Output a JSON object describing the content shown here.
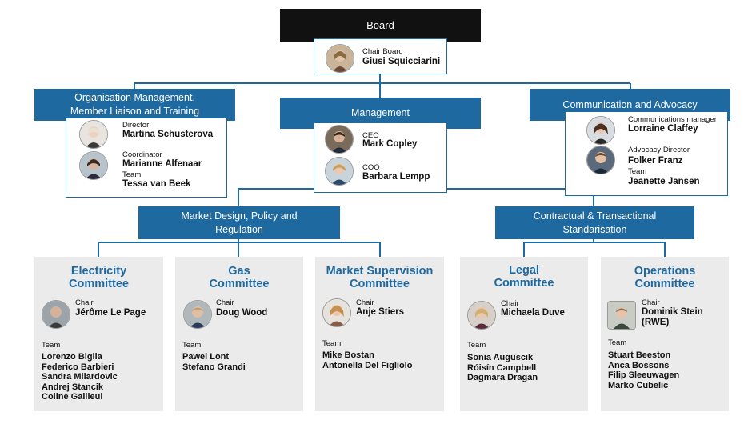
{
  "board": {
    "title": "Board",
    "chair_role": "Chair Board",
    "chair_name": "Giusi Squicciarini"
  },
  "org_mgmt": {
    "title_line1": "Organisation Management,",
    "title_line2": "Member Liaison and Training",
    "people": [
      {
        "role": "Director",
        "name": "Martina Schusterova"
      },
      {
        "role": "Coordinator",
        "name": "Marianne Alfenaar"
      }
    ],
    "team_label": "Team",
    "team": "Tessa van Beek"
  },
  "management": {
    "title": "Management",
    "people": [
      {
        "role": "CEO",
        "name": "Mark Copley"
      },
      {
        "role": "COO",
        "name": "Barbara Lempp"
      }
    ]
  },
  "comms": {
    "title": "Communication and Advocacy",
    "people": [
      {
        "role": "Communications manager",
        "name": "Lorraine Claffey"
      },
      {
        "role": "Advocacy Director",
        "name": "Folker Franz"
      }
    ],
    "team_label": "Team",
    "team": "Jeanette Jansen"
  },
  "market_design": {
    "title_line1": "Market Design, Policy and",
    "title_line2": "Regulation"
  },
  "contractual": {
    "title_line1": "Contractual & Transactional",
    "title_line2": "Standarisation"
  },
  "committees": [
    {
      "title_line1": "Electricity",
      "title_line2": "Committee",
      "chair_label": "Chair",
      "chair_name": "Jérôme Le Page",
      "chair_name2": "",
      "team_label": "Team",
      "team": [
        "Lorenzo Biglia",
        "Federico Barbieri",
        "Sandra Milardovic",
        "Andrej Stancik",
        "Coline Gailleul"
      ]
    },
    {
      "title_line1": "Gas",
      "title_line2": "Committee",
      "chair_label": "Chair",
      "chair_name": "Doug Wood",
      "chair_name2": "",
      "team_label": "Team",
      "team": [
        "Pawel Lont",
        "Stefano Grandi"
      ]
    },
    {
      "title_line1": "Market Supervision",
      "title_line2": "Committee",
      "chair_label": "Chair",
      "chair_name": "Anje Stiers",
      "chair_name2": "",
      "team_label": "Team",
      "team": [
        "Mike Bostan",
        "Antonella Del Figliolo"
      ]
    },
    {
      "title_line1": "Legal",
      "title_line2": "Committee",
      "chair_label": "Chair",
      "chair_name": "Michaela Duve",
      "chair_name2": "",
      "team_label": "Team",
      "team": [
        "Sonia Auguscik",
        "Róisín Campbell",
        "Dagmara Dragan"
      ]
    },
    {
      "title_line1": "Operations",
      "title_line2": "Committee",
      "chair_label": "Chair",
      "chair_name": "Dominik Stein",
      "chair_name2": "(RWE)",
      "team_label": "Team",
      "team": [
        "Stuart Beeston",
        "Anca Bossons",
        "Filip Sleeuwagen",
        "Marko Cubelic"
      ]
    }
  ],
  "colors": {
    "accent": "#1e69a0",
    "board": "#111111",
    "committee_bg": "#ebebeb"
  }
}
